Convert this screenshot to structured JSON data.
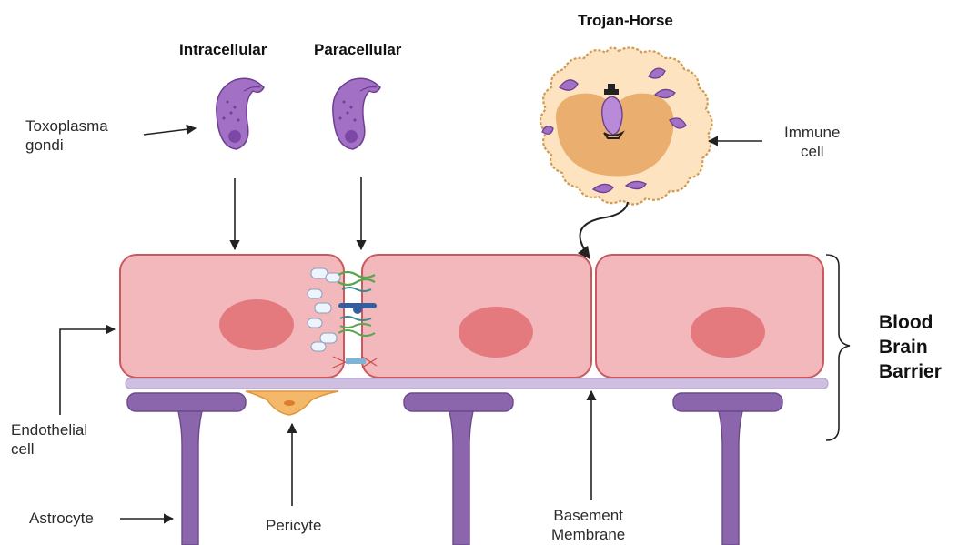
{
  "labels": {
    "intracellular": "Intracellular",
    "paracellular": "Paracellular",
    "trojan_horse": "Trojan-Horse",
    "toxoplasma_line1": "Toxoplasma",
    "toxoplasma_line2": "gondi",
    "immune_line1": "Immune",
    "immune_line2": "cell",
    "bbb_line1": "Blood",
    "bbb_line2": "Brain",
    "bbb_line3": "Barrier",
    "endothelial_line1": "Endothelial",
    "endothelial_line2": "cell",
    "astrocyte": "Astrocyte",
    "pericyte": "Pericyte",
    "basement_line1": "Basement",
    "basement_line2": "Membrane"
  },
  "colors": {
    "endothelial_fill": "#f2b8bb",
    "endothelial_stroke": "#c9585f",
    "nucleus": "#e47a7d",
    "membrane": "#c8b4da",
    "astrocyte": "#8c66ad",
    "pericyte": "#f4b86a",
    "parasite": "#a271c6",
    "immune_fill": "#fde3bf",
    "immune_nucleus": "#eaae6f"
  }
}
